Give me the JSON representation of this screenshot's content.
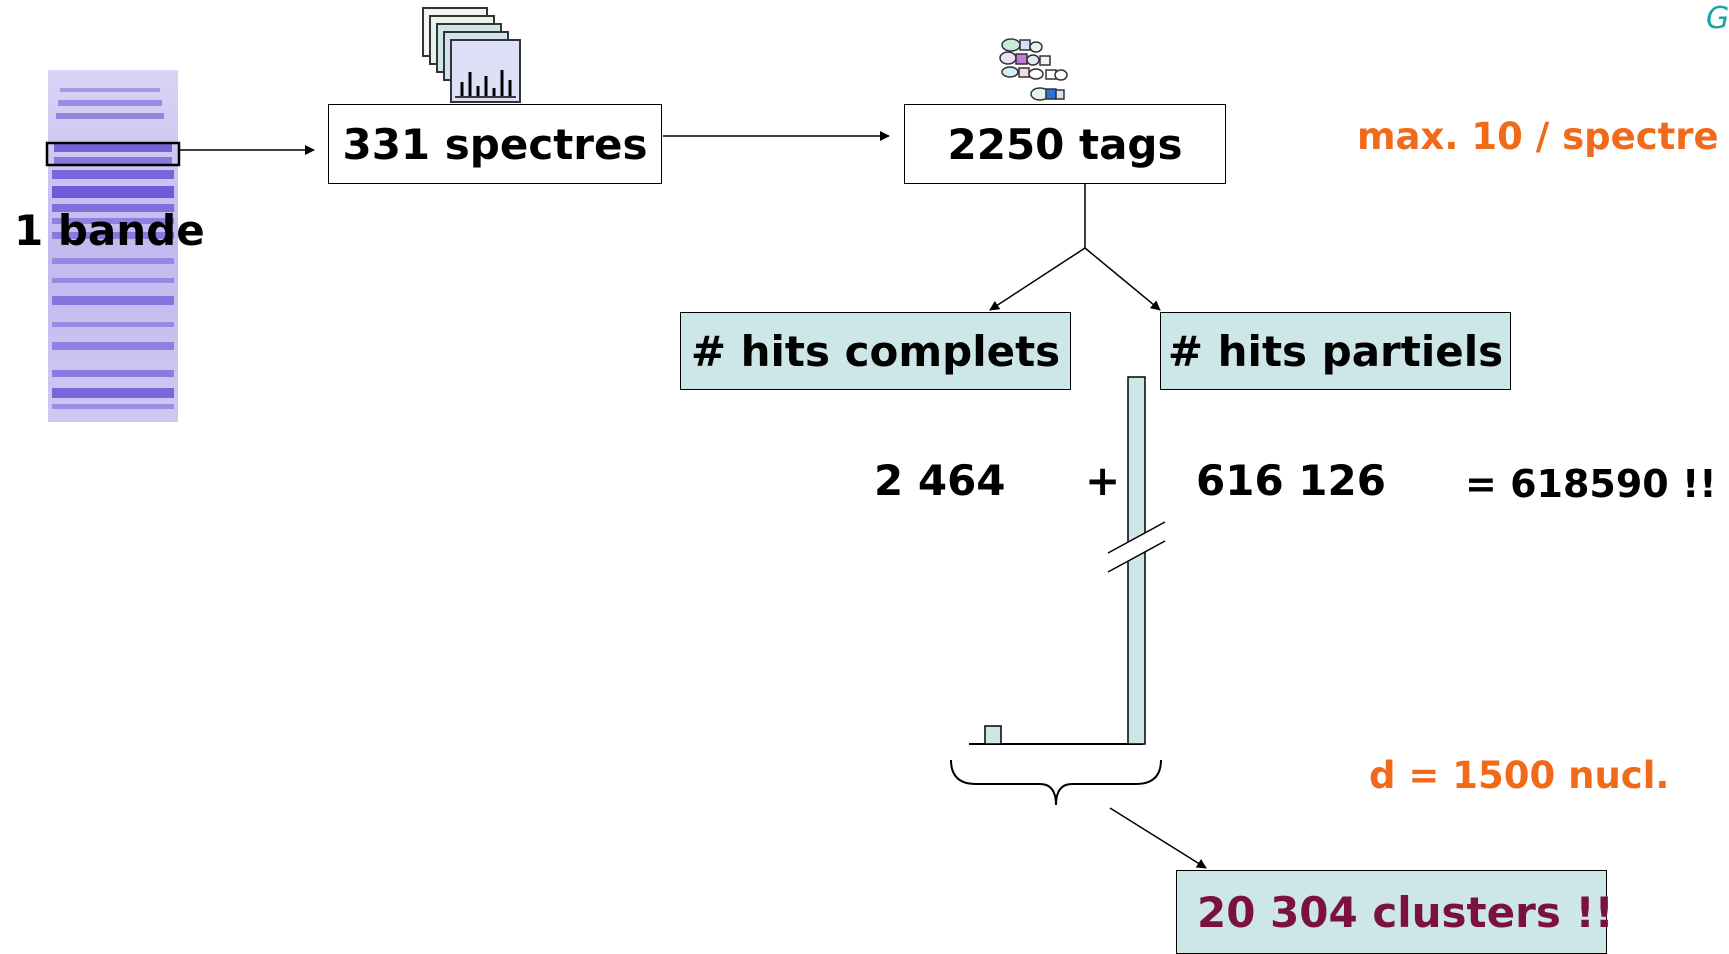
{
  "corner_mark": "G",
  "gel": {
    "label": "1 bande"
  },
  "boxes": {
    "spectra": "331 spectres",
    "tags": "2250 tags",
    "hits_complete": "# hits complets",
    "hits_partial": "# hits partiels",
    "clusters": "20 304 clusters !!"
  },
  "notes": {
    "max_per_spectrum": "max. 10 / spectre",
    "distance": "d = 1500 nucl."
  },
  "sum": {
    "complete_count": "2 464",
    "plus": "+",
    "partial_count": "616 126",
    "total": "= 618590 !!"
  },
  "colors": {
    "accent_orange": "#f06a1a",
    "cluster_text": "#7a1140",
    "teal_fill": "#cde6e8",
    "gel_blue": "#8a7bd8"
  }
}
